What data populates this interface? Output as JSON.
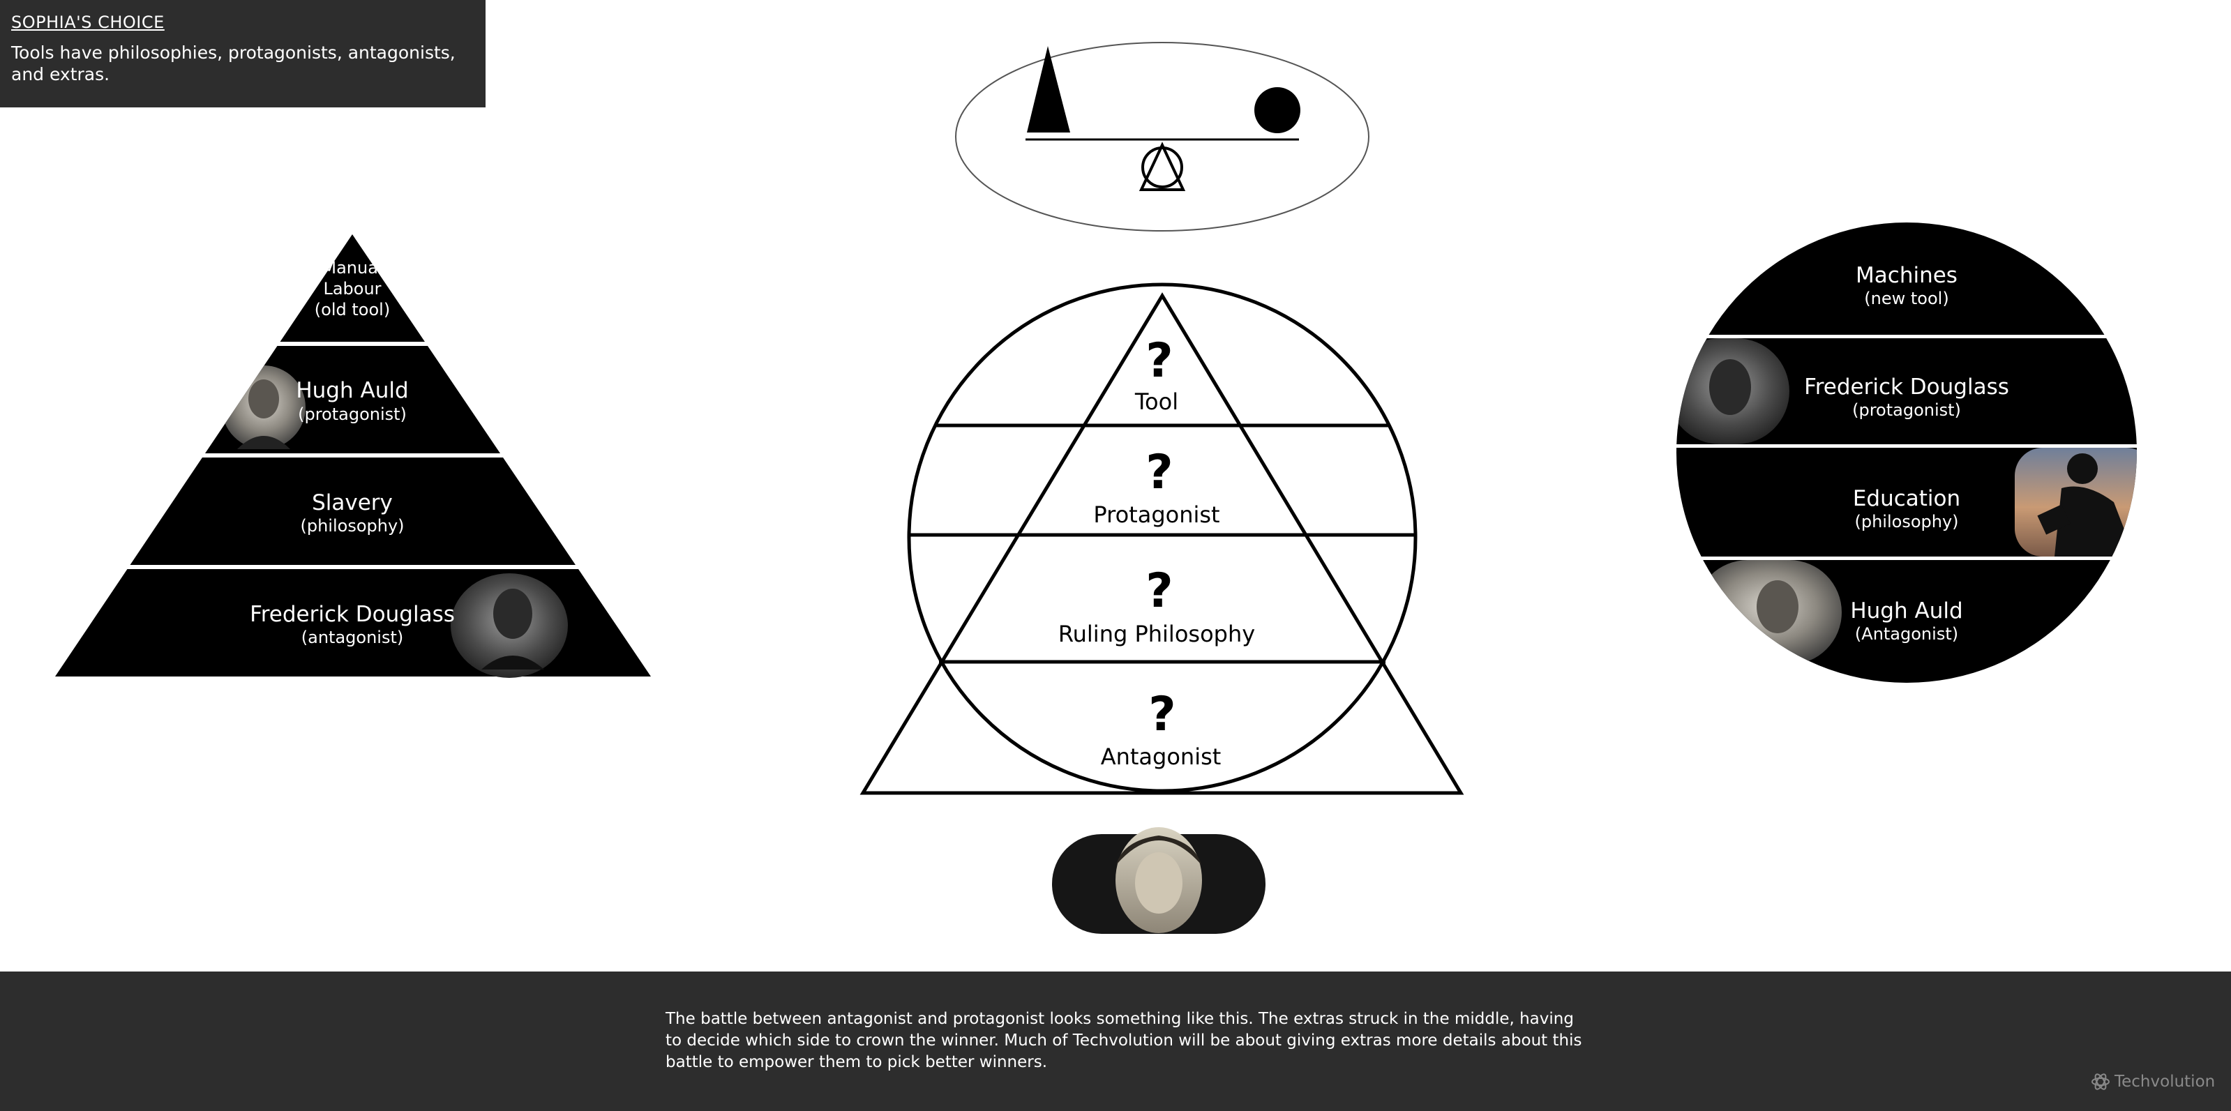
{
  "header": {
    "title": "SOPHIA'S CHOICE",
    "subtitle": "Tools have philosophies, protagonists, antagonists, and extras."
  },
  "left_pyramid": {
    "levels": [
      {
        "name": "Manual Labour",
        "lines": [
          "Manual",
          "Labour",
          "(old tool)"
        ]
      },
      {
        "name": "Hugh Auld",
        "role": "(protagonist)"
      },
      {
        "name": "Slavery",
        "role": "(philosophy)"
      },
      {
        "name": "Frederick  Douglass",
        "role": "(antagonist)"
      }
    ]
  },
  "center_diagram": {
    "mark": "?",
    "levels": [
      "Tool",
      "Protagonist",
      "Ruling Philosophy",
      "Antagonist"
    ]
  },
  "right_circle": {
    "levels": [
      {
        "name": "Machines",
        "role": "(new tool)"
      },
      {
        "name": "Frederick Douglass",
        "role": "(protagonist)"
      },
      {
        "name": "Education",
        "role": "(philosophy)"
      },
      {
        "name": "Hugh Auld",
        "role": "(Antagonist)"
      }
    ]
  },
  "footer": {
    "text": "The battle between antagonist and protagonist looks something like this. The extras struck in the middle, having to decide which side to crown the winner.  Much of Techvolution will be about giving extras more details about this battle to empower them to pick better winners.",
    "brand": "Techvolution"
  }
}
